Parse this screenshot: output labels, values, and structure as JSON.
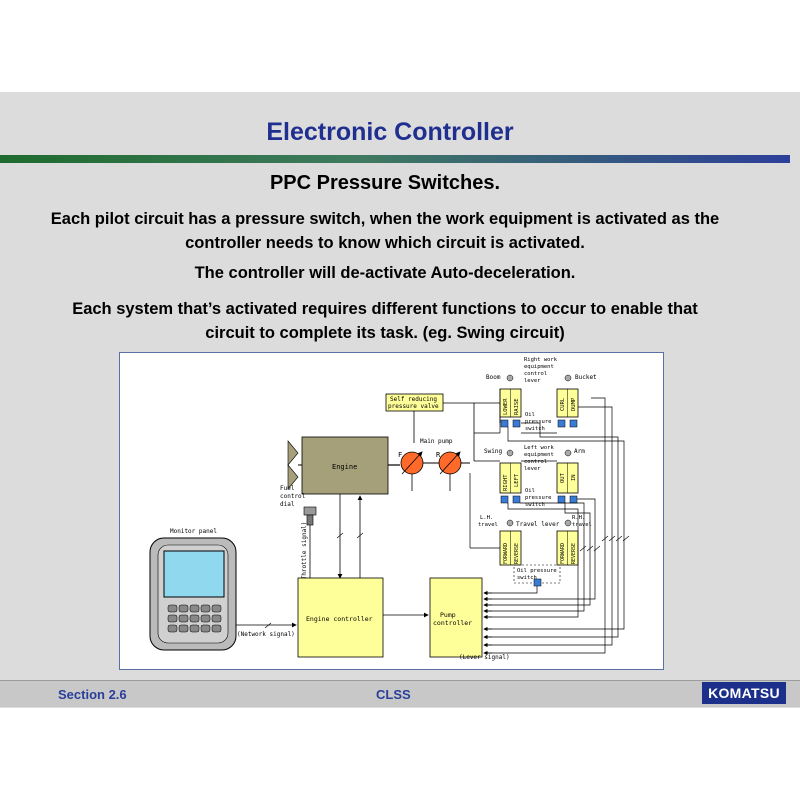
{
  "title": "Electronic Controller",
  "subtitle": "PPC Pressure Switches.",
  "paragraph1_line1": "Each pilot circuit has a pressure switch, when the work equipment is activated as the",
  "paragraph1_line2": "controller needs to know which circuit is activated.",
  "paragraph2": "The controller will de-activate Auto-deceleration.",
  "paragraph3_line1": "Each system that’s activated requires different functions to occur to enable that",
  "paragraph3_line2": "circuit to complete its task. (eg.  Swing circuit)",
  "diagram": {
    "self_reducing_1": "Self reducing",
    "self_reducing_2": "pressure valve",
    "engine": "Engine",
    "main_pump": "Main pump",
    "pump_f": "F",
    "pump_r": "R",
    "fuel_1": "Fuel",
    "fuel_2": "control",
    "fuel_3": "dial",
    "throttle_signal": "(Throttle signal)",
    "monitor_panel": "Monitor panel",
    "engine_controller": "Engine controller",
    "pump_controller_1": "Pump",
    "pump_controller_2": "controller",
    "network_signal": "(Network signal)",
    "lever_signal": "(Lever signal)",
    "right_lever_1": "Right work",
    "right_lever_2": "equipment",
    "right_lever_3": "control",
    "right_lever_4": "lever",
    "boom": "Boom",
    "bucket": "Bucket",
    "lower": "LOWER",
    "raise": "RAISE",
    "curl": "CURL",
    "dump": "DUMP",
    "oil_ps_1": "Oil",
    "oil_ps_2": "pressure",
    "oil_ps_3": "switch",
    "left_lever_1": "Left work",
    "left_lever_2": "equipment",
    "left_lever_3": "control",
    "left_lever_4": "lever",
    "swing": "Swing",
    "arm": "Arm",
    "right": "RIGHT",
    "left": "LEFT",
    "out": "OUT",
    "in": "IN",
    "lh_travel_1": "L.H.",
    "lh_travel_2": "travel",
    "travel_lever": "Travel lever",
    "rh_travel_1": "R.H.",
    "rh_travel_2": "travel",
    "forward": "FORWARD",
    "reverse": "REVERSE",
    "oil_ps_bottom_1": "Oil pressure",
    "oil_ps_bottom_2": "switch"
  },
  "footer": {
    "section": "Section 2.6",
    "center": "CLSS",
    "logo": "KOMATSU"
  },
  "colors": {
    "title": "#1f2f8f",
    "yellow_box": "#ffff99",
    "engine_box": "#a5a07a",
    "pump": "#ff6a2a",
    "switch_blue": "#3a7bd5",
    "screen": "#8fd8ee"
  }
}
